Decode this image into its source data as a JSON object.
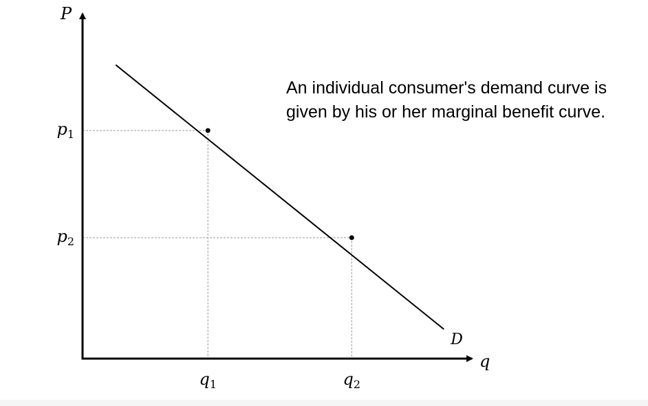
{
  "chart_data": {
    "type": "line",
    "title": "",
    "xlabel": "q",
    "ylabel": "P",
    "xlim": [
      0,
      10
    ],
    "ylim": [
      0,
      10
    ],
    "grid": false,
    "series": [
      {
        "name": "D",
        "points": [
          [
            0.9,
            8.5
          ],
          [
            9.8,
            0.85
          ]
        ]
      }
    ],
    "marked_points": [
      {
        "x": 3.4,
        "y": 6.6,
        "x_label": "q",
        "x_sub": "1",
        "y_label": "p",
        "y_sub": "1"
      },
      {
        "x": 7.3,
        "y": 3.5,
        "x_label": "q",
        "x_sub": "2",
        "y_label": "p",
        "y_sub": "2"
      }
    ],
    "annotation": [
      "An individual consumer's demand curve is",
      "given by his or her marginal benefit curve."
    ]
  }
}
